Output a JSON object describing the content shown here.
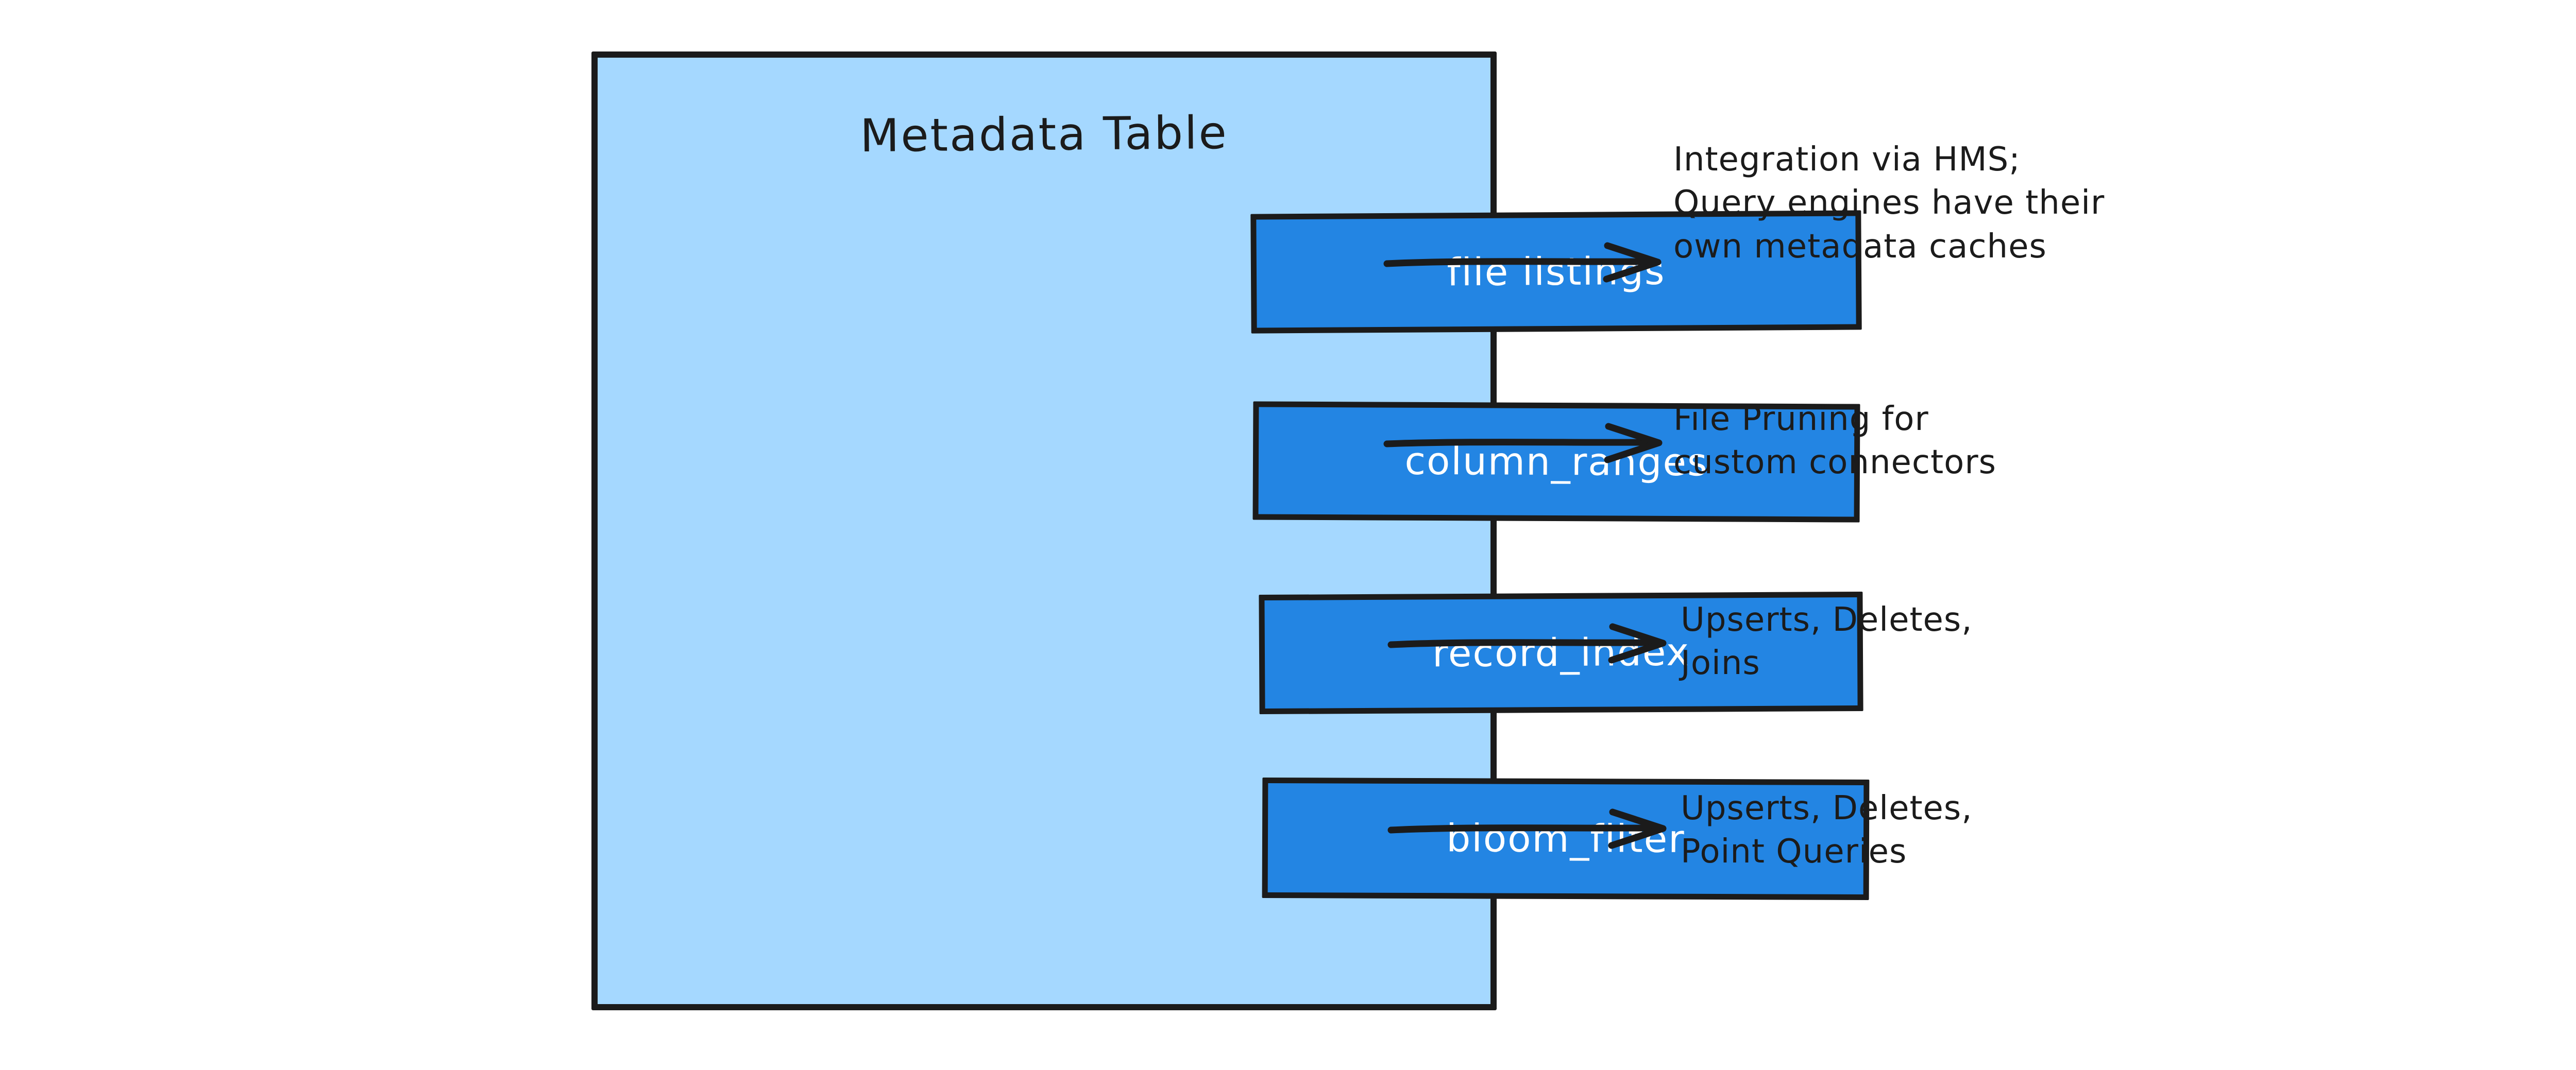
{
  "diagram": {
    "title": "Metadata Table",
    "canvas_background": "#ffffff",
    "panel": {
      "fill_color": "#A5D8FF",
      "stroke_color": "#1B1B1B"
    },
    "item_box_style": {
      "fill_color": "#2385E3",
      "stroke_color": "#1B1B1B",
      "text_color": "#FFFFFF"
    },
    "items": [
      {
        "label": "file listings",
        "annotation": "Integration via HMS;\nQuery engines have their\nown metadata caches"
      },
      {
        "label": "column_ranges",
        "annotation": "File Pruning for\ncustom connectors"
      },
      {
        "label": "record_index",
        "annotation": "Upserts, Deletes,\nJoins"
      },
      {
        "label": "bloom_filter",
        "annotation": "Upserts, Deletes,\nPoint Queries"
      }
    ]
  }
}
